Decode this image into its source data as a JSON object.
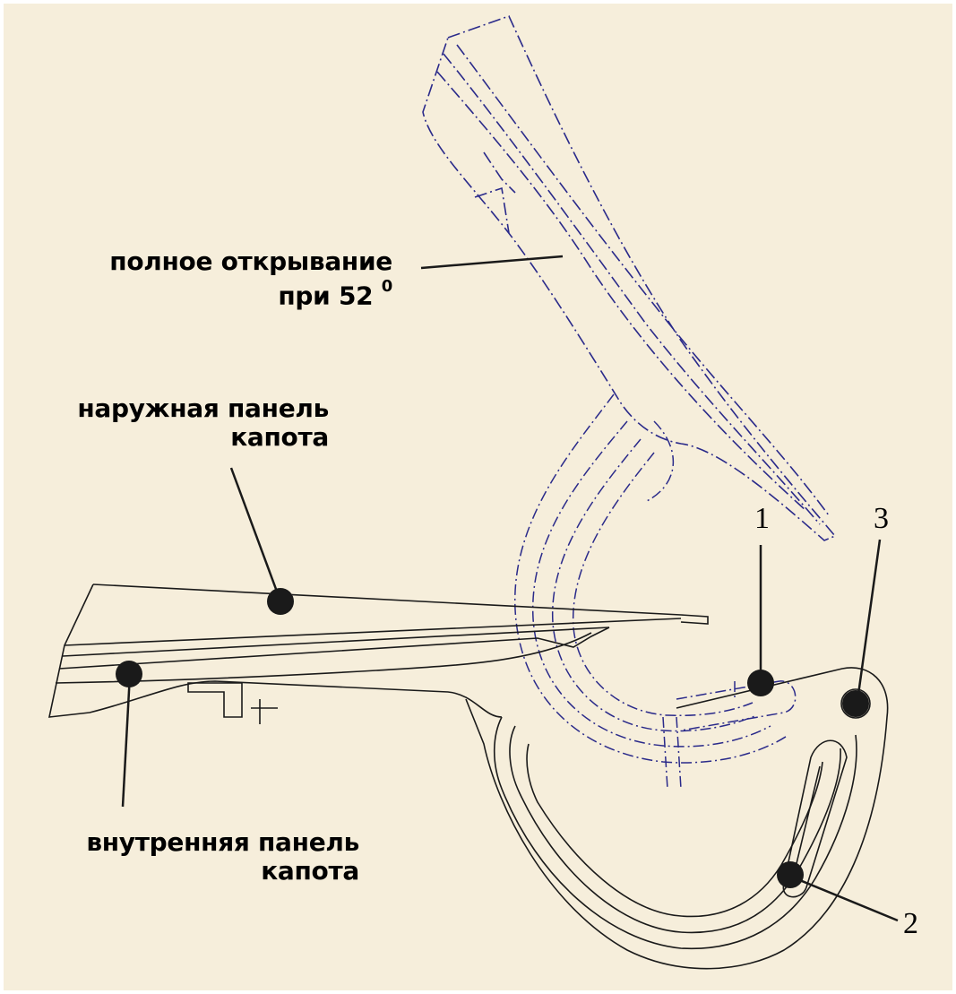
{
  "labels": {
    "full_opening_line1": "полное открывание",
    "full_opening_line2": "при 52",
    "full_opening_degree": "0",
    "outer_panel_line1": "наружная панель",
    "outer_panel_line2": "капота",
    "inner_panel_line1": "внутренняя панель",
    "inner_panel_line2": "капота"
  },
  "callouts": {
    "n1": "1",
    "n2": "2",
    "n3": "3"
  },
  "colors": {
    "background": "#f6eedb",
    "open_outline": "#2a2a8a",
    "closed_outline": "#1a1a1a",
    "marker": "#1a1a1a"
  }
}
